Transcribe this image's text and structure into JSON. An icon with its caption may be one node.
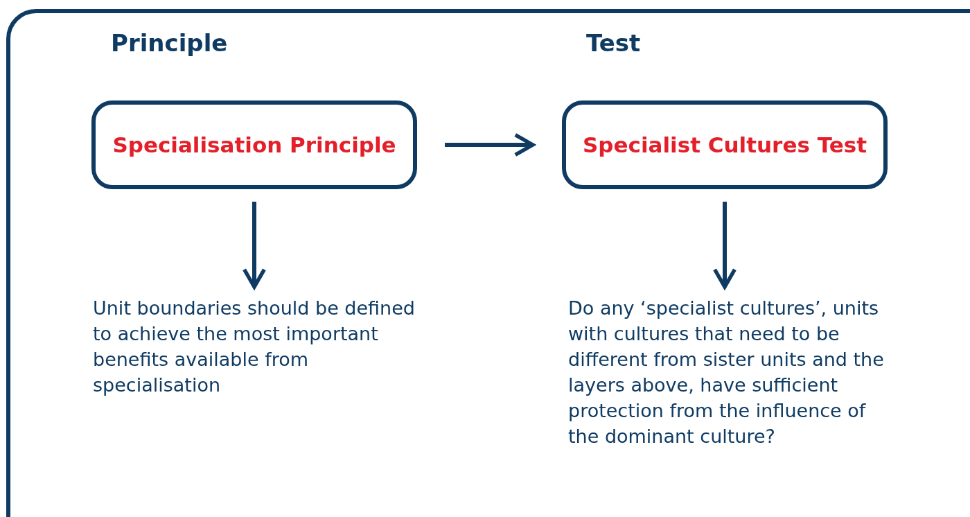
{
  "diagram": {
    "nodes": [
      {
        "text": [
          "Specialisation Principle"
        ]
      },
      {
        "text": [
          "Specialist Cultures Test"
        ]
      },
      {
        "text": [
          "Unit boundaries should be defined to achieve the most important benefits available from specialisation"
        ]
      },
      {
        "text": [
          "Do any ‘specialist cultures’, units with cultures that need to be different from sister units and the layers above, have sufficient protection from the influence of the dominant culture?"
        ]
      }
    ],
    "edges": [
      {
        "from": 0,
        "to": 1,
        "arrow": "to"
      },
      {
        "from": 0,
        "to": 2,
        "arrow": "to"
      },
      {
        "from": 1,
        "to": 3,
        "arrow": "to"
      }
    ],
    "labels": [
      "Principle",
      "Test"
    ]
  }
}
